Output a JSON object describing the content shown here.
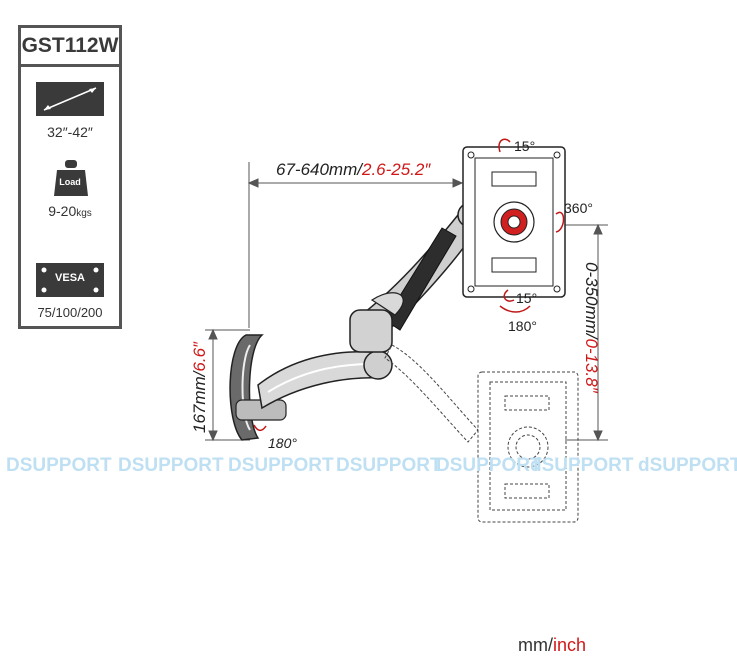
{
  "spec": {
    "model": "GST112W",
    "screen_size": "32″-42″",
    "load_icon_label": "Load",
    "load_range": "9-20",
    "load_unit": "kgs",
    "vesa_icon_label": "VESA",
    "vesa_sizes": "75/100/200"
  },
  "dimensions": {
    "extension_mm": "67-640mm/",
    "extension_inch": "2.6-25.2″",
    "height_mm": "0-350mm/",
    "height_inch": "0-13.8″",
    "wall_mm": "167mm/",
    "wall_inch": "6.6″"
  },
  "angles": {
    "tilt_top": "15°",
    "tilt_bottom": "15°",
    "rotate": "360°",
    "swivel_head": "180°",
    "swivel_wall": "180°"
  },
  "watermarks": [
    "DSUPPORT",
    "DSUPPORT",
    "DSUPPORT",
    "DSUPPORT",
    "DSUPPORT",
    "dSUPPORT",
    "dSUPPORT"
  ],
  "units": {
    "mm": "mm/",
    "inch": "inch"
  },
  "colors": {
    "accent_red": "#d01818",
    "dark": "#333333",
    "watermark": "#bfe0f3"
  }
}
